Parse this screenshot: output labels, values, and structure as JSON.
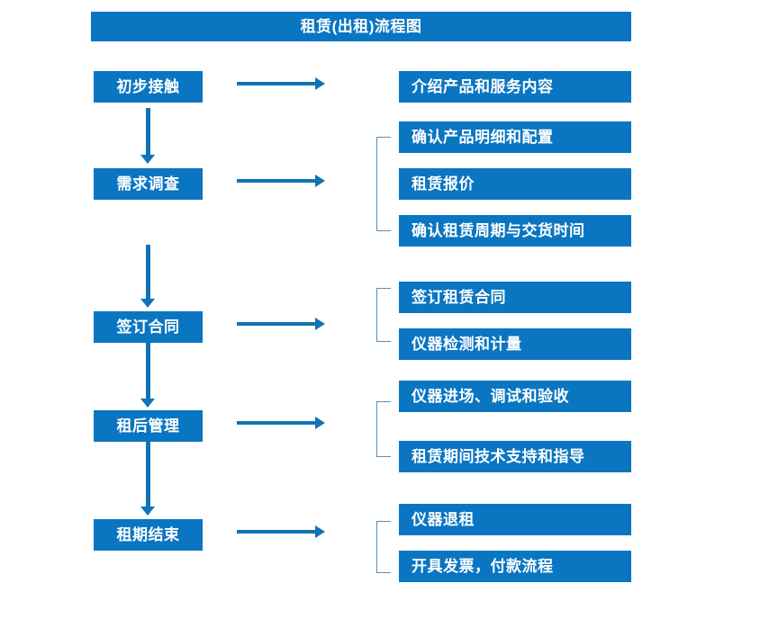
{
  "diagram": {
    "title": "租赁(出租)流程图",
    "colors": {
      "box_fill": "#0a76c2",
      "box_text": "#ffffff",
      "arrow": "#1272b6",
      "bracket": "#5b8cb8",
      "background": "#ffffff"
    },
    "stages": [
      {
        "id": "stage-1",
        "label": "初步接触",
        "details": [
          "介绍产品和服务内容"
        ],
        "has_bracket": false
      },
      {
        "id": "stage-2",
        "label": "需求调查",
        "details": [
          "确认产品明细和配置",
          "租赁报价",
          "确认租赁周期与交货时间"
        ],
        "has_bracket": true
      },
      {
        "id": "stage-3",
        "label": "签订合同",
        "details": [
          "签订租赁合同",
          "仪器检测和计量"
        ],
        "has_bracket": true
      },
      {
        "id": "stage-4",
        "label": "租后管理",
        "details": [
          "仪器进场、调试和验收",
          "租赁期间技术支持和指导"
        ],
        "has_bracket": true
      },
      {
        "id": "stage-5",
        "label": "租期结束",
        "details": [
          "仪器退租",
          "开具发票，付款流程"
        ],
        "has_bracket": true
      }
    ],
    "connectors": {
      "horizontal_arrow_count": 5,
      "vertical_arrow_count": 4,
      "bracket_count": 4
    }
  }
}
